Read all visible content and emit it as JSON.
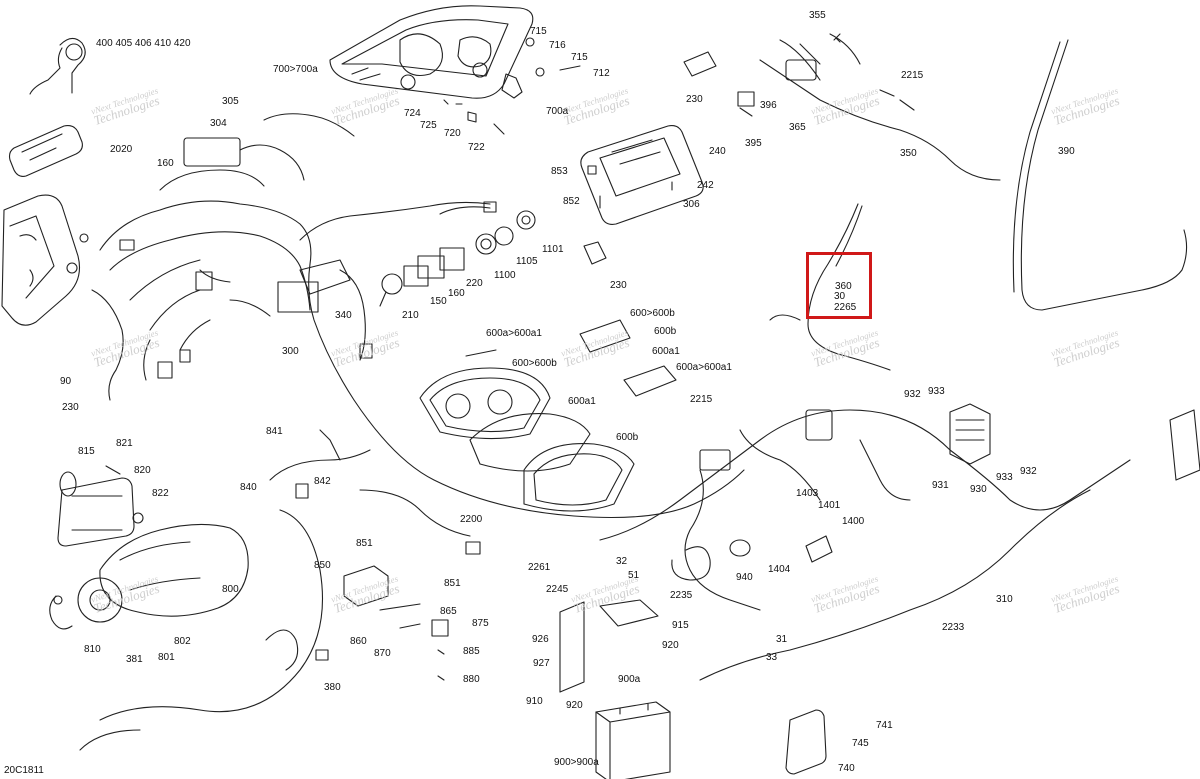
{
  "diagram": {
    "code": "20C1811",
    "watermark": {
      "line1": "vNext Technologies",
      "line2": "Technologies"
    },
    "highlight": {
      "lines": [
        "360",
        "30",
        "2265"
      ]
    },
    "parts": {
      "p400": "400 405 406 410 420",
      "p2020": "2020",
      "p160a": "160",
      "p305": "305",
      "p304": "304",
      "p700a": "700>700a",
      "p715": "715",
      "p716": "716",
      "p715b": "715",
      "p712": "712",
      "p700a2": "700a",
      "p724": "724",
      "p725": "725",
      "p720": "720",
      "p722": "722",
      "p355": "355",
      "p230a": "230",
      "p396": "396",
      "p365": "365",
      "p395": "395",
      "p2215a": "2215",
      "p350": "350",
      "p390": "390",
      "p853": "853",
      "p852": "852",
      "p240": "240",
      "p242": "242",
      "p306": "306",
      "p1101": "1101",
      "p1105": "1105",
      "p1100": "1100",
      "p230b": "230",
      "p220": "220",
      "p160b": "160",
      "p150": "150",
      "p210": "210",
      "p340": "340",
      "p300": "300",
      "p90": "90",
      "p230c": "230",
      "p600b1": "600>600b",
      "p600a1": "600a>600a1",
      "p600b2": "600b",
      "p600a2": "600a1",
      "p600b3": "600>600b",
      "p600a3": "600a>600a1",
      "p600a4": "600a1",
      "p600b4": "600b",
      "p2215b": "2215",
      "p932a": "932",
      "p933a": "933",
      "p931": "931",
      "p930": "930",
      "p933b": "933",
      "p932b": "932",
      "p841": "841",
      "p840": "840",
      "p842": "842",
      "p815": "815",
      "p821": "821",
      "p820": "820",
      "p822": "822",
      "p800": "800",
      "p802": "802",
      "p801": "801",
      "p810": "810",
      "p381": "381",
      "p380": "380",
      "p1403": "1403",
      "p1401": "1401",
      "p1400": "1400",
      "p1404": "1404",
      "p940": "940",
      "p2200": "2200",
      "p851a": "851",
      "p850": "850",
      "p851b": "851",
      "p865": "865",
      "p860": "860",
      "p875": "875",
      "p870": "870",
      "p885": "885",
      "p880": "880",
      "p2261": "2261",
      "p32": "32",
      "p51": "51",
      "p2245": "2245",
      "p2235": "2235",
      "p915": "915",
      "p920a": "920",
      "p926": "926",
      "p927": "927",
      "p910": "910",
      "p920b": "920",
      "p900a": "900a",
      "p900": "900>900a",
      "p31": "31",
      "p33": "33",
      "p310": "310",
      "p2233": "2233",
      "p741": "741",
      "p745": "745",
      "p740": "740"
    }
  }
}
